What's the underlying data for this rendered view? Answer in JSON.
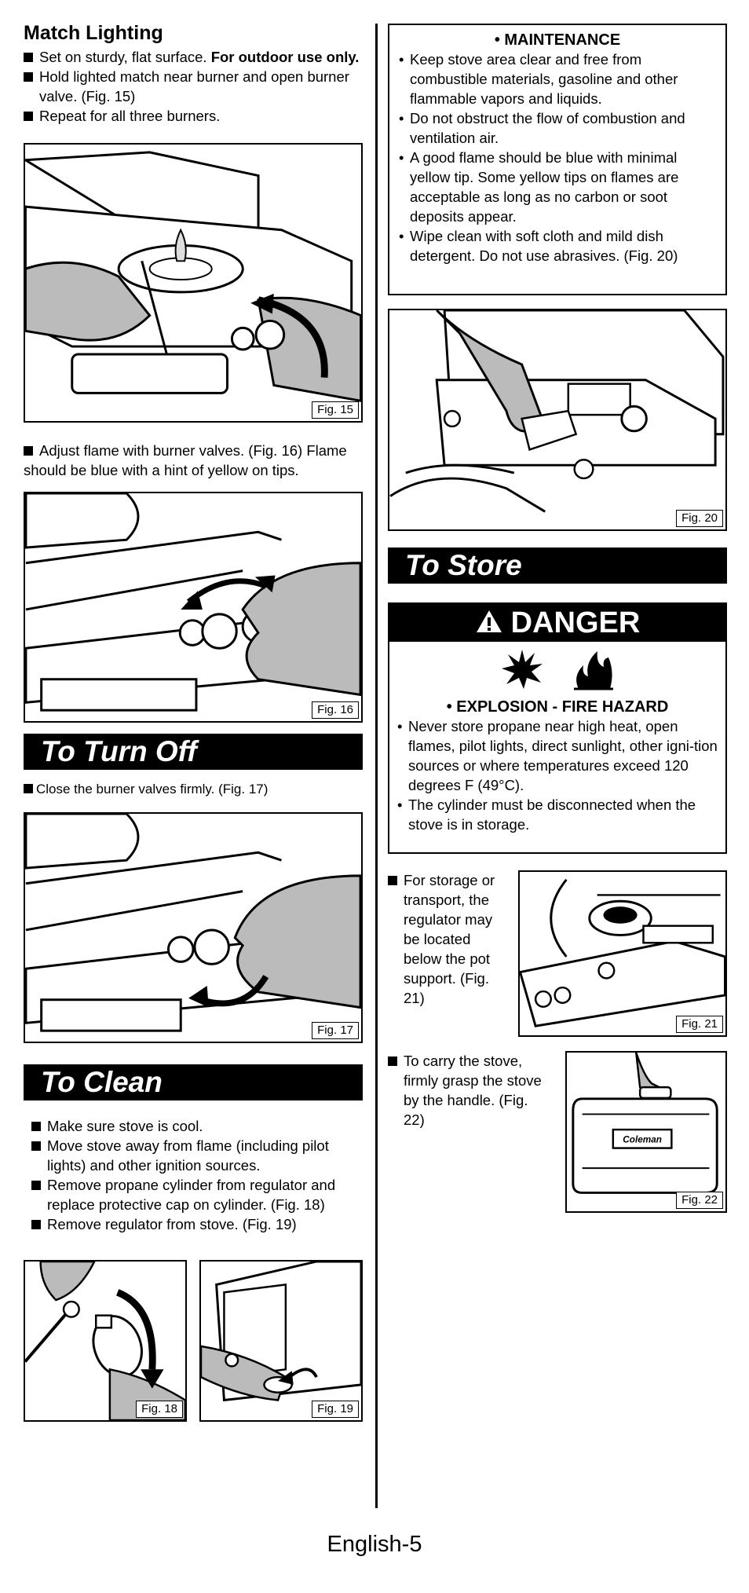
{
  "left": {
    "match_lighting": {
      "title": "Match Lighting",
      "items": [
        {
          "text": "Set on sturdy, flat surface. ",
          "bold": "For outdoor use only."
        },
        {
          "text": "Hold lighted match near burner and open burner valve. (Fig. 15)"
        },
        {
          "text": "Repeat for all three burners."
        }
      ]
    },
    "fig15": "Fig. 15",
    "adjust": "Adjust flame with burner valves. (Fig. 16) Flame should be blue with a hint of yellow on tips.",
    "fig16": "Fig. 16",
    "turn_off": {
      "title": "To Turn Off",
      "item": "Close the burner valves firmly. (Fig. 17)"
    },
    "fig17": "Fig. 17",
    "clean": {
      "title": "To Clean",
      "items": [
        "Make sure stove is cool.",
        "Move stove away from flame (including pilot lights) and other ignition sources.",
        "Remove propane cylinder from regulator and replace protective cap on cylinder. (Fig. 18)",
        "Remove regulator from stove. (Fig. 19)"
      ]
    },
    "fig18": "Fig. 18",
    "fig19": "Fig. 19"
  },
  "right": {
    "maintenance": {
      "title": "• MAINTENANCE",
      "items": [
        "Keep stove area clear and free from combustible materials, gasoline and other flammable vapors and liquids.",
        "Do not obstruct the flow of combustion and ventilation air.",
        "A good flame should be blue with minimal yellow tip.  Some yellow tips on flames are acceptable as long as no carbon or soot deposits appear.",
        "Wipe clean with soft cloth and mild dish detergent. Do not use abrasives. (Fig. 20)"
      ]
    },
    "fig20": "Fig. 20",
    "store": {
      "title": "To Store",
      "danger": "DANGER",
      "hazard": "• EXPLOSION - FIRE HAZARD",
      "items": [
        "Never store propane near high heat, open flames, pilot lights, direct sunlight, other igni-tion sources or where temperatures exceed 120 degrees F (49°C).",
        "The cylinder must be disconnected when the stove is in storage."
      ],
      "storage": "For storage or transport, the regulator may be located below the pot support. (Fig. 21)",
      "carry": "To carry the stove, firmly grasp the stove by the handle. (Fig. 22)"
    },
    "fig21": "Fig. 21",
    "fig22": "Fig. 22",
    "brand": "Coleman"
  },
  "footer": "English-5"
}
